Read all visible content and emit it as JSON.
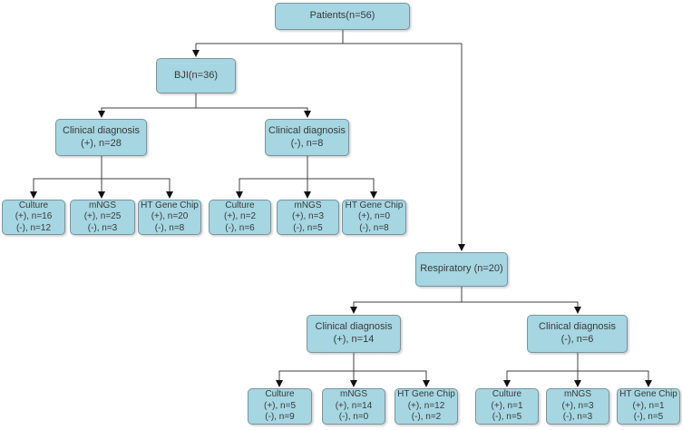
{
  "colors": {
    "node_fill": "#a5d6e2",
    "node_border": "#7d939c",
    "line": "#404040",
    "arrow": "#111111",
    "text": "#3a3a3a"
  },
  "tree": {
    "patients": {
      "lines": [
        "Patients(n=56)"
      ]
    },
    "bji": {
      "lines": [
        "BJI(n=36)"
      ]
    },
    "bji_clin_pos": {
      "lines": [
        "Clinical diagnosis",
        "(+), n=28"
      ]
    },
    "bji_clin_neg": {
      "lines": [
        "Clinical diagnosis",
        "(-), n=8"
      ]
    },
    "bji_pos_culture": {
      "lines": [
        "Culture",
        "(+), n=16",
        "(-), n=12"
      ]
    },
    "bji_pos_mngs": {
      "lines": [
        "mNGS",
        "(+), n=25",
        "(-), n=3"
      ]
    },
    "bji_pos_htgc": {
      "lines": [
        "HT Gene Chip",
        "(+), n=20",
        "(-), n=8"
      ]
    },
    "bji_neg_culture": {
      "lines": [
        "Culture",
        "(+), n=2",
        "(-), n=6"
      ]
    },
    "bji_neg_mngs": {
      "lines": [
        "mNGS",
        "(+), n=3",
        "(-), n=5"
      ]
    },
    "bji_neg_htgc": {
      "lines": [
        "HT Gene Chip",
        "(+), n=0",
        "(-), n=8"
      ]
    },
    "respiratory": {
      "lines": [
        "Respiratory (n=20)"
      ]
    },
    "resp_clin_pos": {
      "lines": [
        "Clinical diagnosis",
        "(+), n=14"
      ]
    },
    "resp_clin_neg": {
      "lines": [
        "Clinical diagnosis",
        "(-), n=6"
      ]
    },
    "resp_pos_culture": {
      "lines": [
        "Culture",
        "(+), n=5",
        "(-), n=9"
      ]
    },
    "resp_pos_mngs": {
      "lines": [
        "mNGS",
        "(+), n=14",
        "(-), n=0"
      ]
    },
    "resp_pos_htgc": {
      "lines": [
        "HT Gene Chip",
        "(+), n=12",
        "(-), n=2"
      ]
    },
    "resp_neg_culture": {
      "lines": [
        "Culture",
        "(+), n=1",
        "(-), n=5"
      ]
    },
    "resp_neg_mngs": {
      "lines": [
        "mNGS",
        "(+), n=3",
        "(-), n=3"
      ]
    },
    "resp_neg_htgc": {
      "lines": [
        "HT Gene Chip",
        "(+), n=1",
        "(-), n=5"
      ]
    }
  }
}
